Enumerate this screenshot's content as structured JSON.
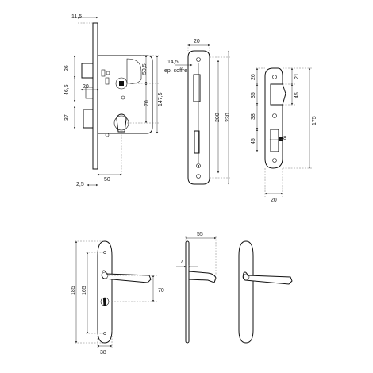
{
  "colors": {
    "line": "#111111",
    "text": "#222222",
    "background": "#ffffff"
  },
  "mortise_lock": {
    "dims": [
      "11,5",
      "26",
      "46,5",
      "20",
      "37",
      "2,5",
      "50",
      "50,5",
      "70",
      "147,5"
    ]
  },
  "faceplate": {
    "dims": [
      "20",
      "14,5",
      "ep. coffre",
      "200",
      "230"
    ]
  },
  "strike_plate": {
    "dims": [
      "26",
      "35",
      "38",
      "45",
      "21",
      "45",
      "175",
      "8",
      "20"
    ]
  },
  "handle_front": {
    "dims": [
      "185",
      "165",
      "70",
      "38"
    ]
  },
  "handle_side": {
    "dims": [
      "55",
      "7"
    ]
  },
  "handle_back": {
    "dims": []
  }
}
